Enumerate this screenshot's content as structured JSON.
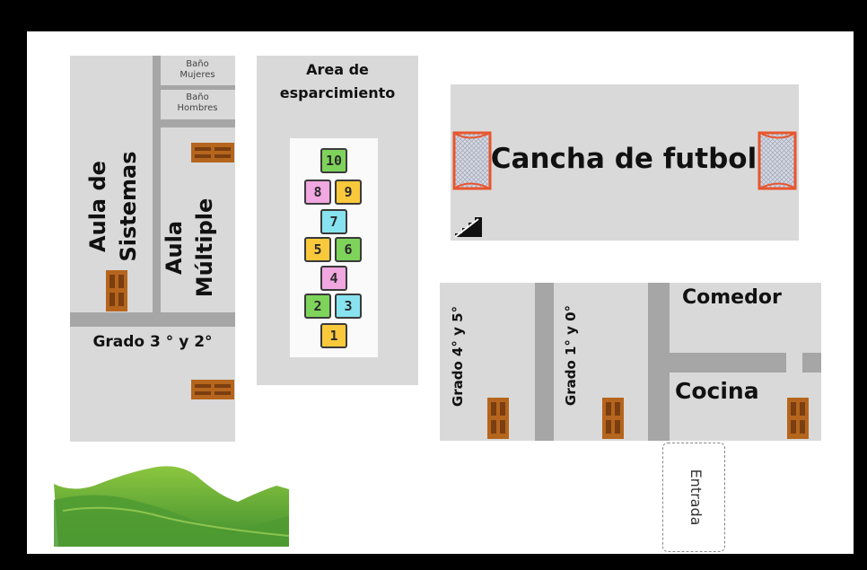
{
  "map": {
    "rooms": {
      "aula_sistemas": "Aula de Sistemas",
      "aula_sistemas_line1": "Aula de",
      "aula_sistemas_line2": "Sistemas",
      "bano_mujeres_line1": "Baño",
      "bano_mujeres_line2": "Mujeres",
      "bano_hombres_line1": "Baño",
      "bano_hombres_line2": "Hombres",
      "aula_multiple_line1": "Aula",
      "aula_multiple_line2": "Múltiple",
      "grado_3_2": "Grado 3 ° y 2°",
      "area_line1": "Area de",
      "area_line2": "esparcimiento",
      "cancha": "Cancha de futbol",
      "grado_4_5": "Grado 4° y 5°",
      "grado_1_0": "Grado 1° y 0°",
      "comedor": "Comedor",
      "cocina": "Cocina",
      "entrada": "Entrada"
    },
    "hopscotch": [
      "1",
      "2",
      "3",
      "4",
      "5",
      "6",
      "7",
      "8",
      "9",
      "10"
    ],
    "colors": {
      "frame": "#000000",
      "building": "#d9d9d9",
      "wall": "#a6a6a6",
      "door": "#b5651d",
      "goal": "#e8552d",
      "hill_light": "#8cc63f",
      "hill_dark": "#3e8e2f",
      "hop_yellow": "#f9c93b",
      "hop_green": "#7ed35a",
      "hop_pink": "#f1a7e0",
      "hop_cyan": "#86e3ef"
    }
  }
}
